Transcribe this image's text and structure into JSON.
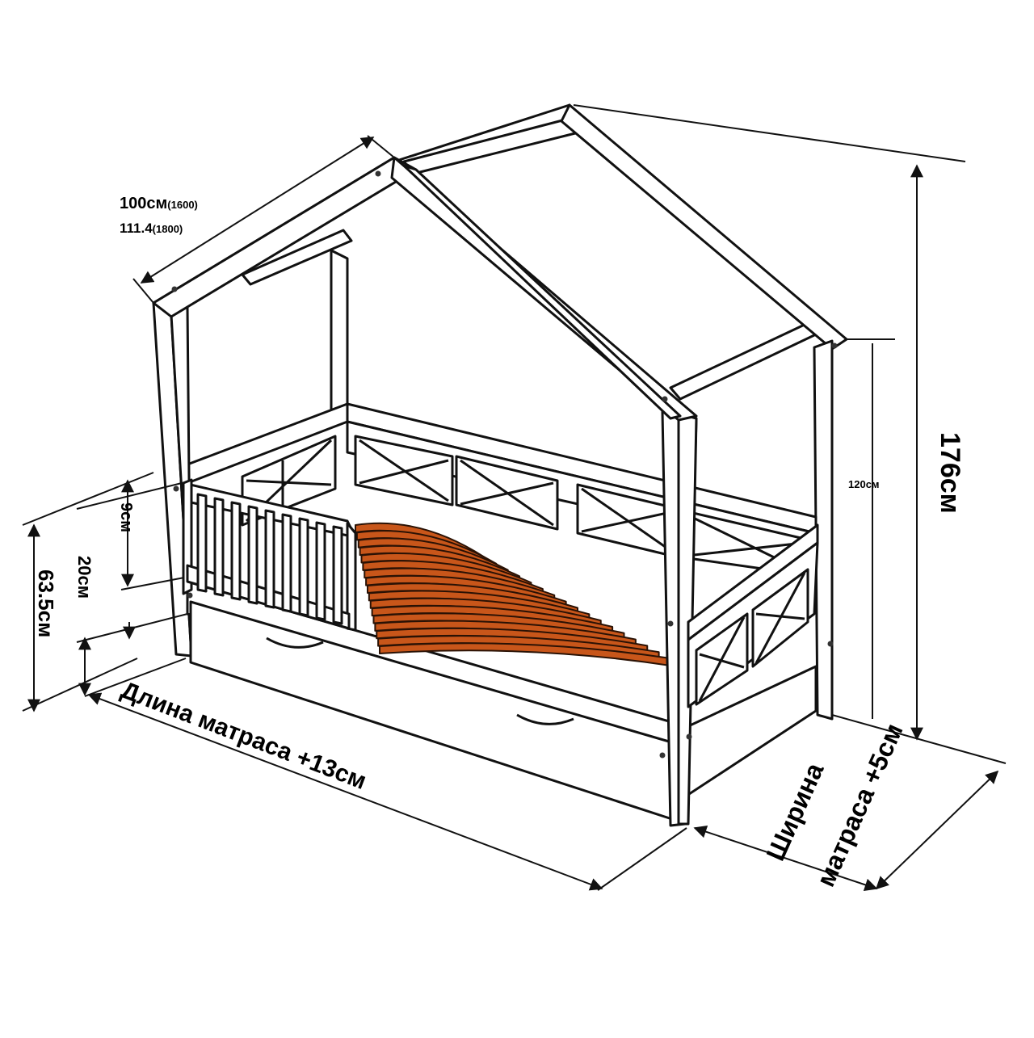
{
  "labels": {
    "top_width_main": "100см",
    "top_width_main_note": "(1600)",
    "top_width_alt": "111.4",
    "top_width_alt_note": "(1800)",
    "total_height": "176см",
    "inner_height": "120см",
    "side_height": "63.5см",
    "rail_gap": "9см",
    "rail_height": "20см",
    "length": "Длина матраса +13см",
    "width_line1": "Ширина",
    "width_line2": "матраса +5см"
  },
  "colors": {
    "frame_fill": "#ffffff",
    "frame_stroke": "#111111",
    "slat_fill": "#c8561a",
    "slat_stroke": "#2a1205",
    "bolt": "#333333"
  }
}
